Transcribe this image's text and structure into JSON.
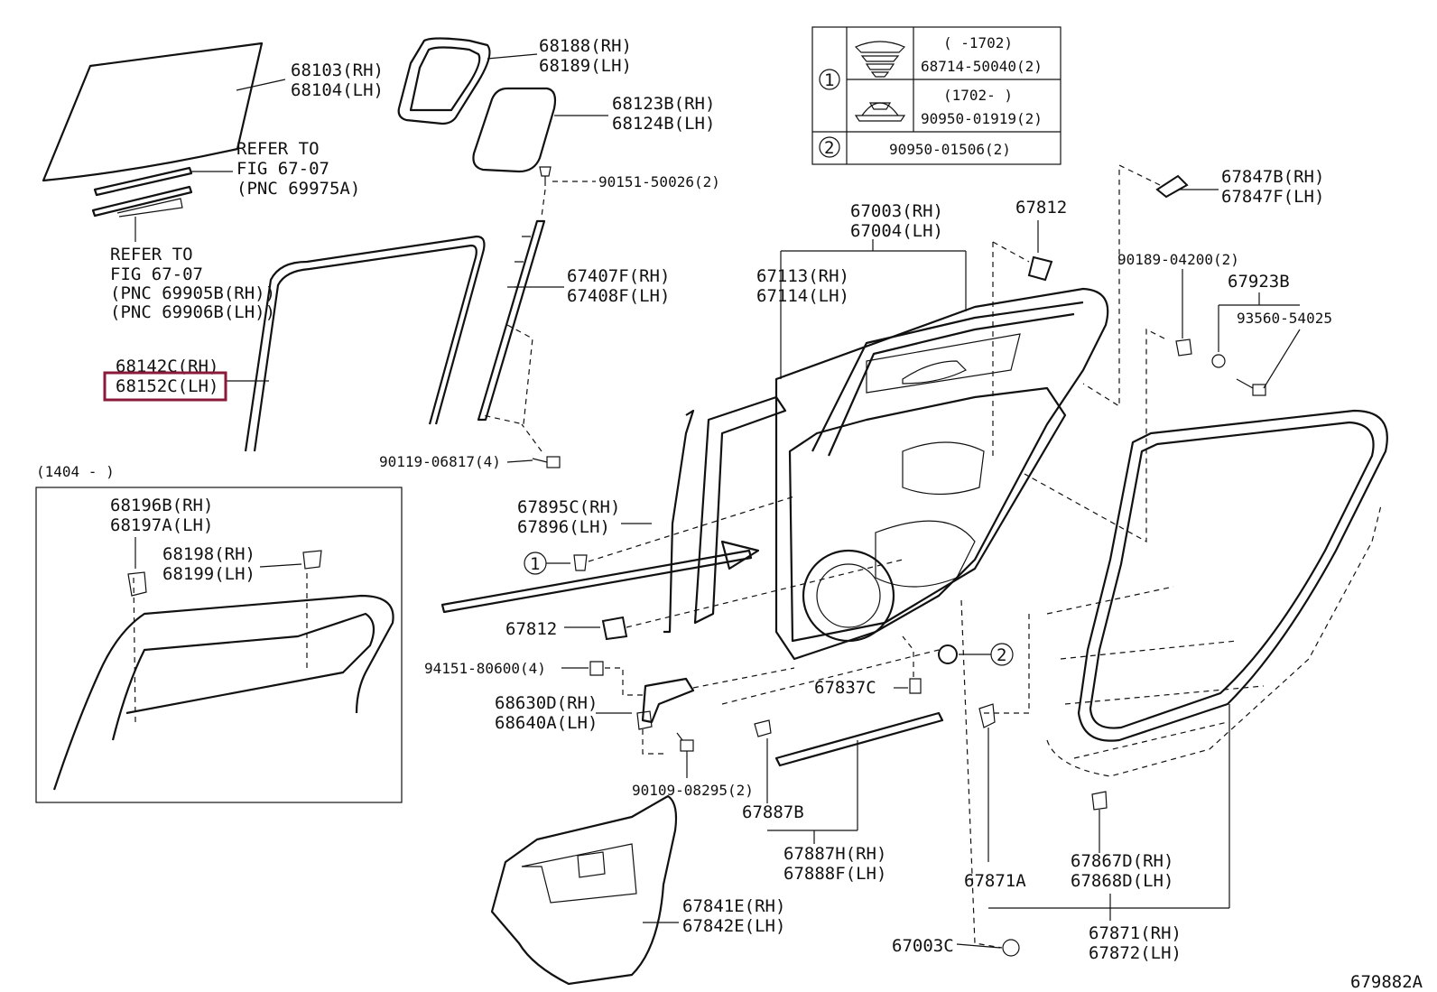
{
  "diagram_code": "679882A",
  "legend": {
    "row1_num": "1",
    "row1a_date": "(     -1702)",
    "row1a_part": "68714-50040(2)",
    "row1b_date": "(1702-     )",
    "row1b_part": "90950-01919(2)",
    "row2_num": "2",
    "row2_part": "90950-01506(2)"
  },
  "inset": {
    "date": "(1404 -      )",
    "l1a": "68196B(RH)",
    "l1b": "68197A(LH)",
    "l2a": "68198(RH)",
    "l2b": "68199(LH)"
  },
  "labels": {
    "p68103": "68103(RH)",
    "p68104": "68104(LH)",
    "refer1a": "REFER TO",
    "refer1b": "FIG 67-07",
    "refer1c": "(PNC 69975A)",
    "refer2a": "REFER TO",
    "refer2b": "FIG 67-07",
    "refer2c": "(PNC 69905B(RH))",
    "refer2d": "(PNC 69906B(LH))",
    "p68142": "68142C(RH)",
    "p68152": "68152C(LH)",
    "p68188": "68188(RH)",
    "p68189": "68189(LH)",
    "p68123": "68123B(RH)",
    "p68124": "68124B(LH)",
    "p90151": "90151-50026(2)",
    "p67407": "67407F(RH)",
    "p67408": "67408F(LH)",
    "p90119": "90119-06817(4)",
    "p67003": "67003(RH)",
    "p67004": "67004(LH)",
    "p67113": "67113(RH)",
    "p67114": "67114(LH)",
    "p67812a": "67812",
    "p67847b": "67847B(RH)",
    "p67847f": "67847F(LH)",
    "p90189": "90189-04200(2)",
    "p67923": "67923B",
    "p93560": "93560-54025",
    "p67895": "67895C(RH)",
    "p67896": "67896(LH)",
    "c1": "1",
    "p67812b": "67812",
    "c2": "2",
    "p94151": "94151-80600(4)",
    "p68630": "68630D(RH)",
    "p68640": "68640A(LH)",
    "p67837": "67837C",
    "p90109": "90109-08295(2)",
    "p67887b": "67887B",
    "p67887h": "67887H(RH)",
    "p67888f": "67888F(LH)",
    "p67841": "67841E(RH)",
    "p67842": "67842E(LH)",
    "p67871a": "67871A",
    "p67867": "67867D(RH)",
    "p67868": "67868D(LH)",
    "p67871": "67871(RH)",
    "p67872": "67872(LH)",
    "p67003c": "67003C"
  }
}
